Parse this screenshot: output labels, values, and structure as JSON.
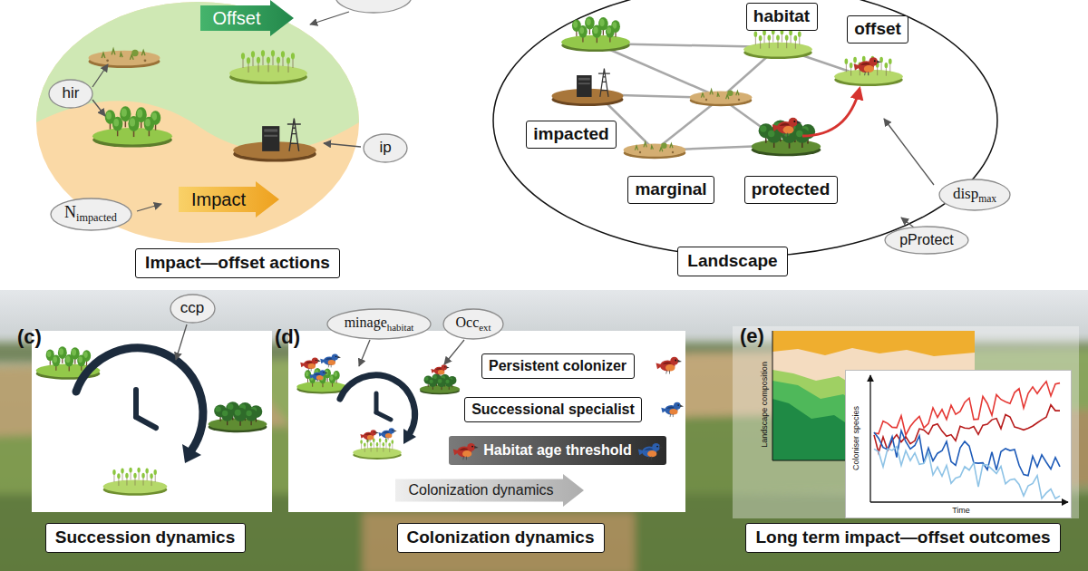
{
  "diagram": {
    "nodes": [
      {
        "text": [
          "Offset"
        ]
      },
      {
        "text": [
          "hir"
        ]
      },
      {
        "text": [
          "ip"
        ]
      },
      {
        "text": [
          "N",
          "impacted"
        ]
      },
      {
        "text": [
          "Impact"
        ]
      },
      {
        "text": [
          "Impact—offset actions"
        ]
      },
      {
        "text": [
          "habitat"
        ]
      },
      {
        "text": [
          "offset"
        ]
      },
      {
        "text": [
          "impacted"
        ]
      },
      {
        "text": [
          "marginal"
        ]
      },
      {
        "text": [
          "protected"
        ]
      },
      {
        "text": [
          "disp",
          "max"
        ]
      },
      {
        "text": [
          "pProtect"
        ]
      },
      {
        "text": [
          "Landscape"
        ]
      },
      {
        "text": [
          "(c)"
        ]
      },
      {
        "text": [
          "ccp"
        ]
      },
      {
        "text": [
          "Succession dynamics"
        ]
      },
      {
        "text": [
          "(d)"
        ]
      },
      {
        "text": [
          "minage",
          "habitat"
        ]
      },
      {
        "text": [
          "Occ",
          "ext"
        ]
      },
      {
        "text": [
          "Persistent colonizer"
        ],
        "in": 17
      },
      {
        "text": [
          "Successional specialist"
        ],
        "in": 17
      },
      {
        "text": [
          "Habitat age threshold"
        ],
        "in": 17
      },
      {
        "text": [
          "Colonization dynamics"
        ],
        "in": 17
      },
      {
        "text": [
          "Colonization dynamics"
        ]
      },
      {
        "text": [
          "(e)"
        ]
      },
      {
        "text": [
          "Coloniser species",
          "Time"
        ],
        "in": 25
      },
      {
        "text": [
          "Long term impact—offset outcomes"
        ]
      }
    ],
    "labels": [
      "Landscape composition"
    ]
  }
}
